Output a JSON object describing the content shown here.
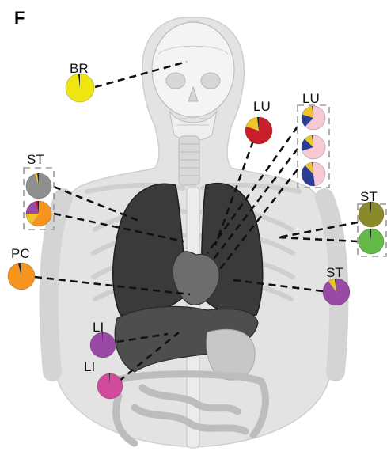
{
  "panel_label": "F",
  "colors": {
    "page_bg": "#ffffff",
    "body_fill": "#e3e3e3",
    "skeleton": "#f4f4f4",
    "lung": "#3a3a3a",
    "liver": "#4e4e4e",
    "intestine": "#d2d2d2",
    "leader_line": "#111111",
    "group_box": "#9a9a9a"
  },
  "markers": [
    {
      "id": "br",
      "label": "BR",
      "tissue": "brain",
      "slices": [
        {
          "color": "#efe611",
          "value": 0.98
        },
        {
          "color": "#222222",
          "value": 0.02
        }
      ]
    },
    {
      "id": "lu-single",
      "label": "LU",
      "tissue": "lung",
      "slices": [
        {
          "color": "#c81f2a",
          "value": 0.8
        },
        {
          "color": "#efc52a",
          "value": 0.18
        },
        {
          "color": "#222222",
          "value": 0.02
        }
      ]
    },
    {
      "id": "lu-group-1",
      "label": "LU",
      "tissue": "lung",
      "slices": [
        {
          "color": "#f7c9d3",
          "value": 0.62
        },
        {
          "color": "#2b3e93",
          "value": 0.18
        },
        {
          "color": "#efc52a",
          "value": 0.18
        },
        {
          "color": "#222222",
          "value": 0.02
        }
      ]
    },
    {
      "id": "lu-group-2",
      "label": "",
      "tissue": "lung",
      "slices": [
        {
          "color": "#f7c9d3",
          "value": 0.7
        },
        {
          "color": "#2b3e93",
          "value": 0.17
        },
        {
          "color": "#efc52a",
          "value": 0.11
        },
        {
          "color": "#222222",
          "value": 0.02
        }
      ]
    },
    {
      "id": "lu-group-3",
      "label": "",
      "tissue": "lung",
      "slices": [
        {
          "color": "#f7c9d3",
          "value": 0.48
        },
        {
          "color": "#2b3e93",
          "value": 0.4
        },
        {
          "color": "#efc52a",
          "value": 0.1
        },
        {
          "color": "#222222",
          "value": 0.02
        }
      ]
    },
    {
      "id": "st-left-1",
      "label": "ST",
      "tissue": "stomach",
      "slices": [
        {
          "color": "#8f8f8f",
          "value": 0.95
        },
        {
          "color": "#efc52a",
          "value": 0.03
        },
        {
          "color": "#222222",
          "value": 0.02
        }
      ]
    },
    {
      "id": "st-left-2",
      "label": "",
      "tissue": "stomach",
      "slices": [
        {
          "color": "#f5941e",
          "value": 0.6
        },
        {
          "color": "#efc52a",
          "value": 0.15
        },
        {
          "color": "#9a4aa6",
          "value": 0.2
        },
        {
          "color": "#c81f2a",
          "value": 0.03
        },
        {
          "color": "#222222",
          "value": 0.02
        }
      ]
    },
    {
      "id": "pc",
      "label": "PC",
      "tissue": "pancreas",
      "slices": [
        {
          "color": "#f5941e",
          "value": 0.96
        },
        {
          "color": "#222222",
          "value": 0.04
        }
      ]
    },
    {
      "id": "st-right-1",
      "label": "ST",
      "tissue": "stomach",
      "slices": [
        {
          "color": "#8a8a2a",
          "value": 0.98
        },
        {
          "color": "#222222",
          "value": 0.02
        }
      ]
    },
    {
      "id": "st-right-2",
      "label": "",
      "tissue": "stomach",
      "slices": [
        {
          "color": "#63b946",
          "value": 0.98
        },
        {
          "color": "#222222",
          "value": 0.02
        }
      ]
    },
    {
      "id": "st-right-3",
      "label": "ST",
      "tissue": "stomach",
      "slices": [
        {
          "color": "#9a4aa6",
          "value": 0.9
        },
        {
          "color": "#efc52a",
          "value": 0.08
        },
        {
          "color": "#222222",
          "value": 0.02
        }
      ]
    },
    {
      "id": "li-1",
      "label": "LI",
      "tissue": "liver",
      "slices": [
        {
          "color": "#9a4aa6",
          "value": 0.99
        },
        {
          "color": "#222222",
          "value": 0.01
        }
      ]
    },
    {
      "id": "li-2",
      "label": "LI",
      "tissue": "liver",
      "slices": [
        {
          "color": "#d24a9e",
          "value": 0.99
        },
        {
          "color": "#222222",
          "value": 0.01
        }
      ]
    }
  ]
}
